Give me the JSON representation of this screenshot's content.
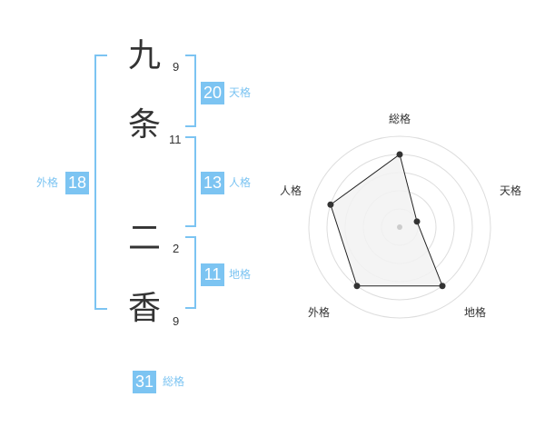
{
  "name": {
    "characters": [
      {
        "char": "九",
        "strokes": "9"
      },
      {
        "char": "条",
        "strokes": "11"
      },
      {
        "char": "二",
        "strokes": "2"
      },
      {
        "char": "香",
        "strokes": "9"
      }
    ]
  },
  "fortune": {
    "tenkaku": {
      "value": "20",
      "label": "天格"
    },
    "jinkaku": {
      "value": "13",
      "label": "人格"
    },
    "chikaku": {
      "value": "11",
      "label": "地格"
    },
    "gaikaku": {
      "value": "18",
      "label": "外格"
    },
    "soukaku": {
      "value": "31",
      "label": "総格"
    }
  },
  "colors": {
    "accent": "#7cc4f2",
    "text": "#333333",
    "radar_fill": "#f2f2f2",
    "grid": "#dddddd"
  },
  "chart_data": {
    "type": "radar",
    "axes": [
      "総格",
      "天格",
      "地格",
      "外格",
      "人格"
    ],
    "values": [
      4,
      1,
      4,
      4,
      4
    ],
    "rmax": 5,
    "rings": 5
  }
}
